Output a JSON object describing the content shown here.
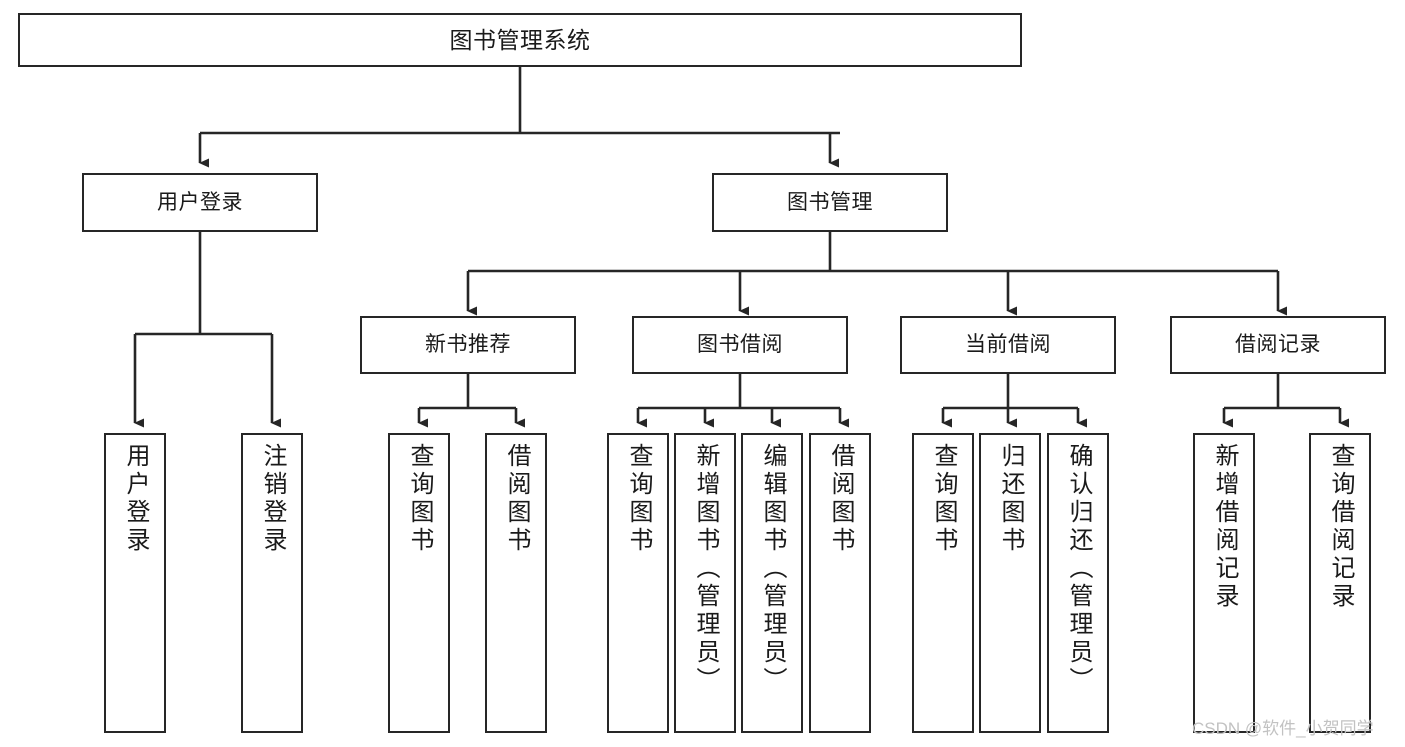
{
  "diagram": {
    "title": "图书管理系统",
    "watermark": "CSDN @软件_小贺同学",
    "colors": {
      "border": "#262626",
      "background": "#ffffff",
      "text": "#1a1a1a",
      "line": "#262626",
      "watermark": "#c2c2c2"
    },
    "nodes": {
      "root": {
        "label": "图书管理系统"
      },
      "level1": [
        {
          "id": "user-login",
          "label": "用户登录"
        },
        {
          "id": "book-management",
          "label": "图书管理"
        }
      ],
      "level2": [
        {
          "id": "new-book-recommend",
          "label": "新书推荐"
        },
        {
          "id": "book-borrow",
          "label": "图书借阅"
        },
        {
          "id": "current-borrow",
          "label": "当前借阅"
        },
        {
          "id": "borrow-record",
          "label": "借阅记录"
        }
      ],
      "leaves": {
        "user_login": [
          {
            "id": "leaf-user-login",
            "label": "用户登录"
          },
          {
            "id": "leaf-logout-login",
            "label": "注销登录"
          }
        ],
        "new_book_recommend": [
          {
            "id": "leaf-query-book-1",
            "label": "查询图书"
          },
          {
            "id": "leaf-borrow-book-1",
            "label": "借阅图书"
          }
        ],
        "book_borrow": [
          {
            "id": "leaf-query-book-2",
            "label": "查询图书"
          },
          {
            "id": "leaf-add-book",
            "label": "新增图书（管理员）"
          },
          {
            "id": "leaf-edit-book",
            "label": "编辑图书（管理员）"
          },
          {
            "id": "leaf-borrow-book-2",
            "label": "借阅图书"
          }
        ],
        "current_borrow": [
          {
            "id": "leaf-query-book-3",
            "label": "查询图书"
          },
          {
            "id": "leaf-return-book",
            "label": "归还图书"
          },
          {
            "id": "leaf-confirm-return",
            "label": "确认归还（管理员）"
          }
        ],
        "borrow_record": [
          {
            "id": "leaf-add-record",
            "label": "新增借阅记录"
          },
          {
            "id": "leaf-query-record",
            "label": "查询借阅记录"
          }
        ]
      }
    }
  }
}
